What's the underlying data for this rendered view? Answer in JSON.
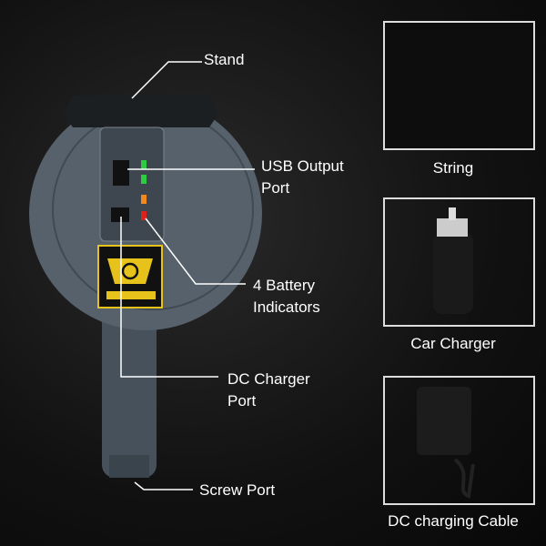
{
  "callouts": {
    "stand": "Stand",
    "usb_output_port": [
      "USB Output",
      "Port"
    ],
    "battery_indicators": [
      "4 Battery",
      "Indicators"
    ],
    "dc_charger_port": [
      "DC Charger",
      "Port"
    ],
    "screw_port": "Screw Port"
  },
  "accessories": [
    {
      "label": "String"
    },
    {
      "label": "Car Charger"
    },
    {
      "label": "DC charging Cable"
    }
  ],
  "colors": {
    "body": "#4a5560",
    "sticker": "#e6c21a",
    "led_green": "#2ecc40",
    "led_orange": "#f08a1c",
    "led_red": "#e0201c"
  }
}
